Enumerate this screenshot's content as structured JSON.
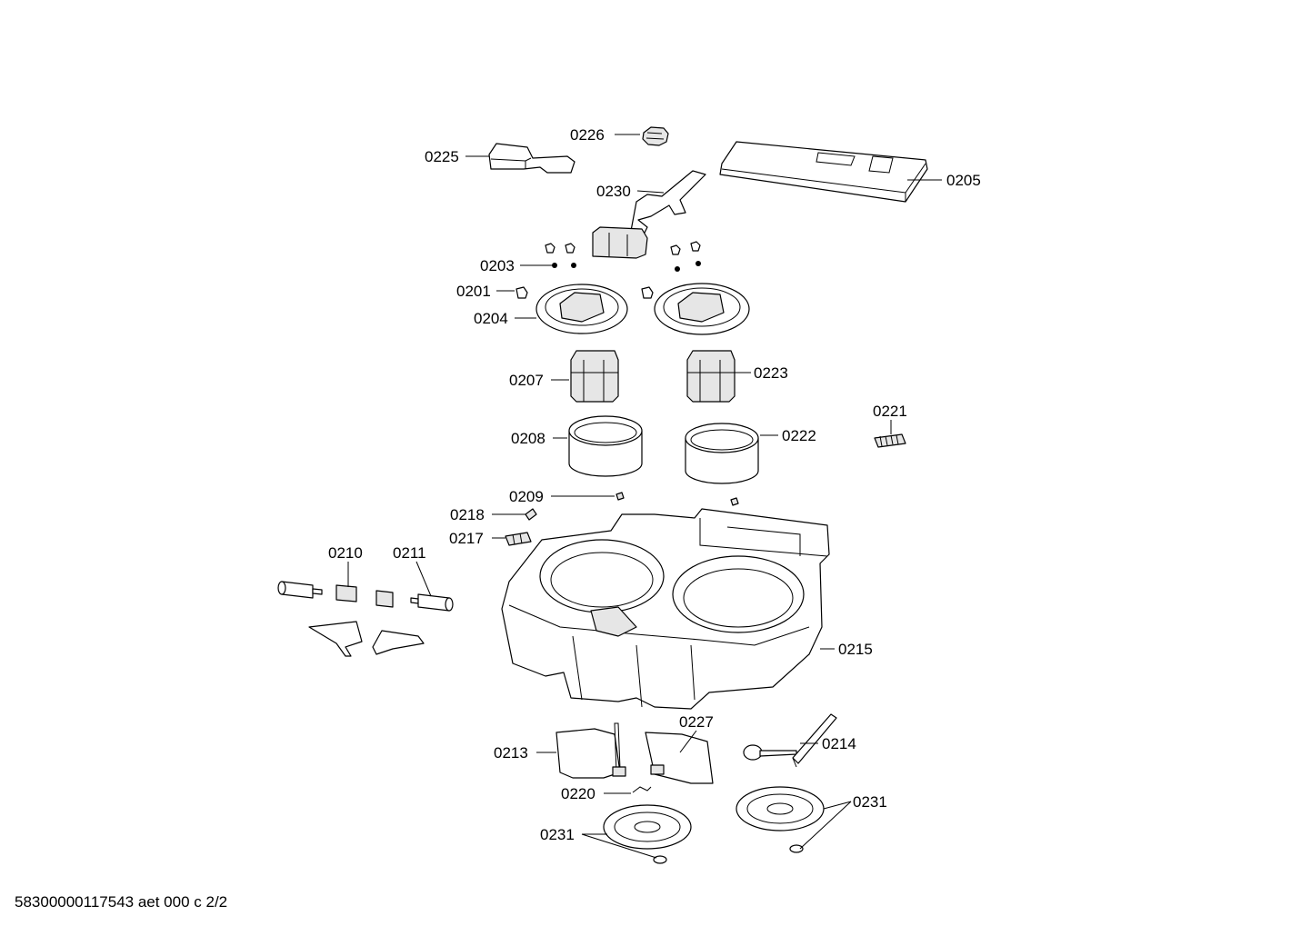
{
  "labels": {
    "p0226": "0226",
    "p0225": "0225",
    "p0230": "0230",
    "p0205": "0205",
    "p0203": "0203",
    "p0201": "0201",
    "p0204": "0204",
    "p0207": "0207",
    "p0223": "0223",
    "p0221": "0221",
    "p0208": "0208",
    "p0222": "0222",
    "p0209": "0209",
    "p0218": "0218",
    "p0217": "0217",
    "p0210": "0210",
    "p0211": "0211",
    "p0215": "0215",
    "p0227": "0227",
    "p0213": "0213",
    "p0214": "0214",
    "p0220": "0220",
    "p0231a": "0231",
    "p0231b": "0231"
  },
  "footer": "58300000117543 aet 000 c 2/2"
}
